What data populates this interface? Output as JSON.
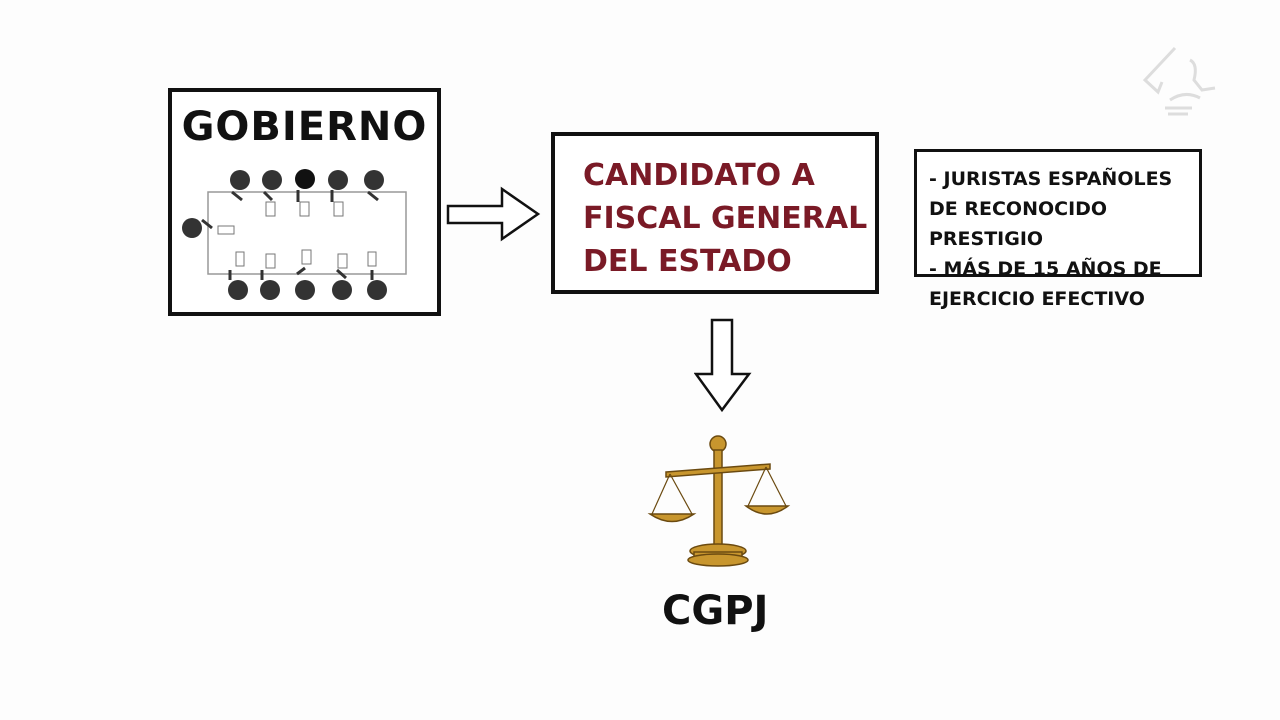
{
  "gobierno": {
    "title": "GOBIERNO"
  },
  "candidato": {
    "lines": [
      "CANDIDATO A",
      "FISCAL GENERAL",
      "DEL ESTADO"
    ]
  },
  "requisitos": {
    "lines": [
      "- JURISTAS ESPAÑOLES",
      "DE RECONOCIDO PRESTIGIO",
      "- MÁS DE 15 AÑOS DE",
      "EJERCICIO EFECTIVO"
    ]
  },
  "cgpj": {
    "label": "CGPJ"
  },
  "colors": {
    "candidate_text": "#7a1a26",
    "scale_gold": "#c8962e"
  }
}
